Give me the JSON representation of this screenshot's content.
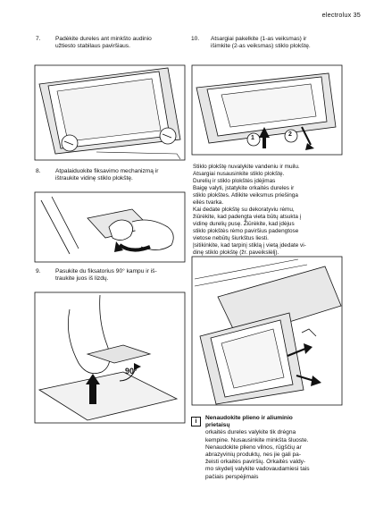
{
  "header": {
    "brand": "electrolux",
    "page": "35"
  },
  "steps": {
    "s7": {
      "num": "7.",
      "lines": [
        "Padėkite dureles ant minkšto audinio",
        "užtiesto stabilaus paviršiaus."
      ]
    },
    "s8": {
      "num": "8.",
      "lines": [
        "Atpalaiduokite fiksavimo mechanizmą ir",
        "ištraukite vidinę stiklo plokštę."
      ]
    },
    "s9": {
      "num": "9.",
      "lines": [
        "Pasukite du fiksatorius 90° kampu ir iš-",
        "traukite juos iš lizdų."
      ]
    },
    "s10": {
      "num": "10.",
      "lines": [
        "Atsargiai pakelkite (1-as veiksmas) ir",
        "išimkite (2-as veiksmas) stiklo plokštę."
      ]
    }
  },
  "middle_text": [
    "Stiklo plokštę nuvalykite vandeniu ir muilu.",
    "Atsargiai nusausinkite stiklo plokštę.",
    "Durelių ir stiklo plokštės įdėjimas",
    "Baigę valyti, įstatykite orkaitės dureles ir",
    "stiklo plokštes. Atlikite veiksmus priešinga",
    "eilės tvarka.",
    "Kai dedate plokštę su dekoratyviu rėmu,",
    "žiūrėkite, kad padengta vieta būtų atsukta į",
    "vidinę durelių pusę. Žiūrėkite, kad įdėjus",
    "stiklo plokštės rėmo paviršius padengtose",
    "vietose nebūtų šiurkštus liesti.",
    "Įsitikinkite, kad tarpinį stiklą į vietą įdedate vi-",
    "dinę stiklo plokštę (žr. paveikslėlį)."
  ],
  "note": {
    "icon_label": "i",
    "title_lines": [
      "Nenaudokite plieno ir aliuminio",
      "prietaisų"
    ],
    "body": [
      "orkaitės dureles valykite tik drėgna",
      "kempine. Nusausinkite minkšta šluoste.",
      "Nenaudokite plieno vilnos, rūgščių ar",
      "abrazyvinių produktų, nes jie gali pa-",
      "žeisti orkaitės paviršių. Orkaitės valdy-",
      "mo skydelį valykite vadovaudamiesi tais",
      "pačiais perspėjimais"
    ]
  },
  "figure_labels": {
    "angle": "90°",
    "step1": "1",
    "step2": "2"
  }
}
